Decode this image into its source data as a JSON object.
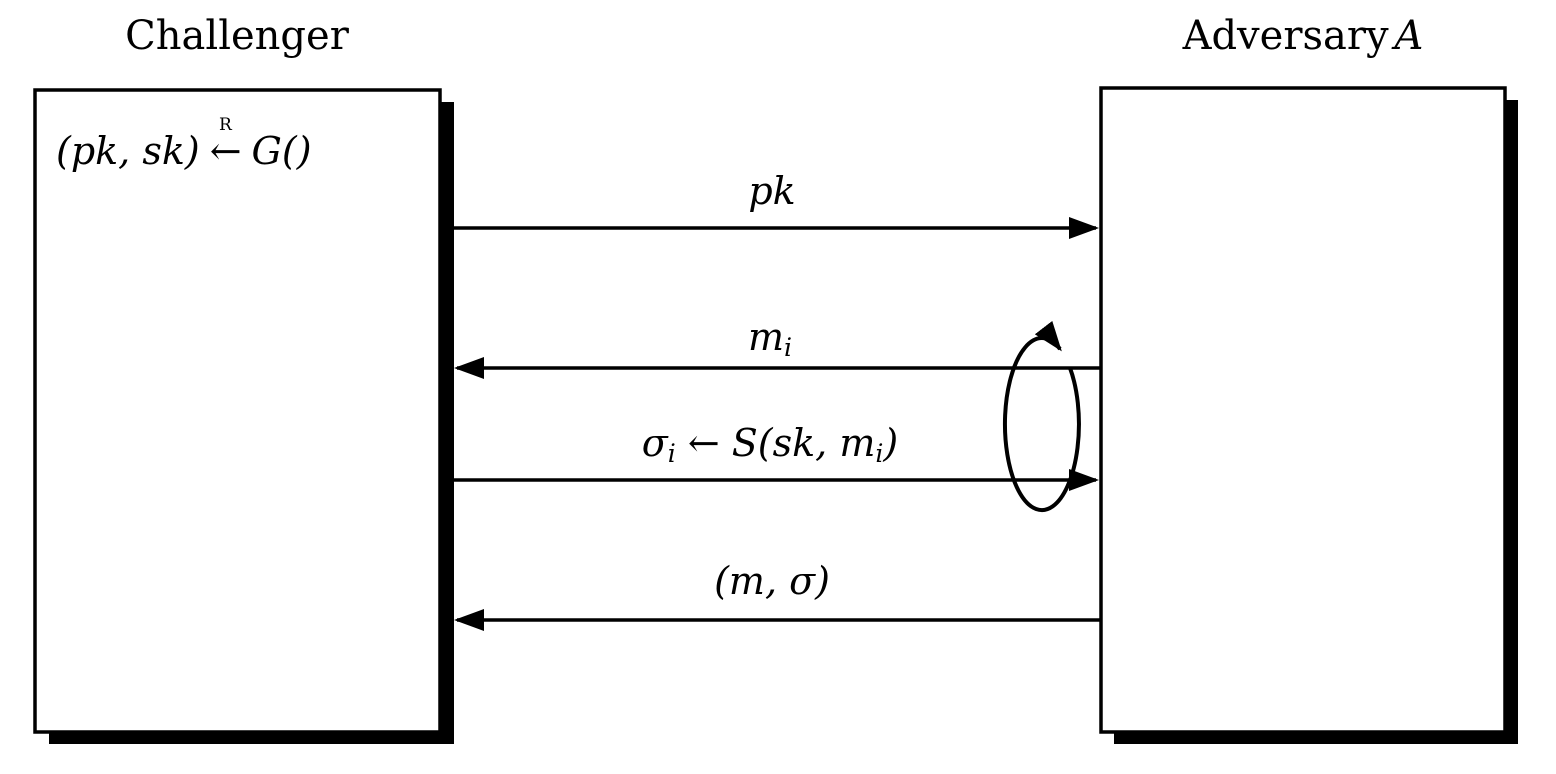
{
  "diagram": {
    "challenger": {
      "title": "Challenger",
      "keygen": {
        "pre": "(pk, sk)",
        "arrow": "←",
        "sup": "R",
        "post": "G()"
      }
    },
    "adversary": {
      "title": "Adversary",
      "symbol": "A"
    },
    "arrows": {
      "pk": {
        "label": "pk",
        "direction": "challenger-to-adversary"
      },
      "query": {
        "base": "m",
        "sub": "i",
        "direction": "adversary-to-challenger"
      },
      "response": {
        "p1": "σ",
        "s1": "i",
        "p2": " ← S(sk, m",
        "s2": "i",
        "p3": ")",
        "direction": "challenger-to-adversary"
      },
      "forgery": {
        "label": "(m, σ)",
        "direction": "adversary-to-challenger"
      }
    },
    "colors": {
      "ink": "#000000",
      "background": "#ffffff"
    }
  }
}
